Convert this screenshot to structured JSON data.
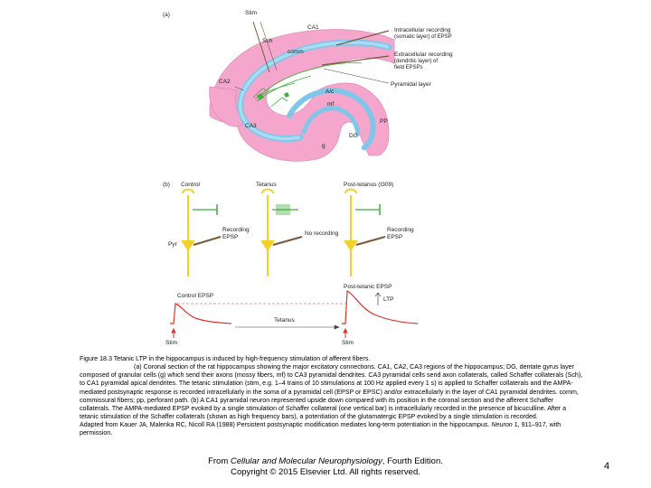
{
  "figure": {
    "panel_a": {
      "tag": "(a)",
      "labels": {
        "stim": "Stim",
        "ca1": "CA1",
        "intracellular_1": "Intracellular recording",
        "intracellular_2": "(somatic layer) of EPSP",
        "sch": "Sch",
        "comm": "comm",
        "extracellular_1": "Extracellular recording",
        "extracellular_2": "(dendritic layer) of",
        "extracellular_3": "field EPSPs",
        "pyramidal_layer": "Pyramidal layer",
        "ca2": "CA2",
        "ca3": "CA3",
        "assoc": "A/c",
        "mf": "mf",
        "pp": "PP",
        "dg": "DG",
        "g": "g"
      }
    },
    "panel_b": {
      "tag": "(b)",
      "columns": {
        "control": "Control",
        "tetanus": "Tetanus",
        "post_tetanus": "Post-tetanus (t309)"
      },
      "labels": {
        "recording": "Recording",
        "epsp": "EPSP",
        "no_recording": "No recording",
        "pyr": "Pyr",
        "control_epsp": "Control EPSP",
        "post_tetanic_epsp": "Post-tetanic EPSP",
        "ltp": "LTP",
        "tetanus": "Tetanus",
        "stim": "Stim"
      }
    },
    "colors": {
      "hippocampus_fill": "#f4a6cc",
      "cell_layer": "#7fc6e8",
      "axon_yellow": "#f2d12b",
      "green_neuron": "#3fae3c",
      "trace_red": "#d9362b",
      "electrode_brown": "#7a5a3a"
    }
  },
  "caption": {
    "title": "Figure 18.3 Tetanic LTP in the hippocampus is induced by high-frequency stimulation of afferent fibers.",
    "body": "(a) Coronal section of the rat hippocampus showing the major excitatory connections. CA1, CA2, CA3 regions of the hippocampus; DG, dentate gyrus layer composed of granular cells (g) which send their axons (mossy fibers, mf) to CA3 pyramidal dendrites. CA3 pyramidal cells send axon collaterals, called Schaffer collaterals (Sch), to CA1 pyramidal apical dendrites. The tetanic stimulation (stim, e.g. 1–4 trains of 10 stimulations at 100 Hz applied every 1 s) is applied to Schaffer collaterals and the AMPA-mediated postsynaptic response is recorded intracellularly in the soma of a pyramidal cell (EPSP or EPSC) and/or extracellularly in the layer of CA1 pyramidal dendrites. comm, commissural fibers; pp, perforant path. (b) A CA1 pyramidal neuron represented upside down compared with its position in the coronal section and the afferent Schaffer collaterals. The AMPA-mediated EPSP evoked by a single stimulation of Schaffer collateral (one vertical bar) is intracellularly recorded in the presence of bicuculline. After a tetanic stimulation of the Schaffer collaterals (shown as high frequency bars), a potentiation of the glutamatergic EPSP evoked by a single stimulation is recorded.",
    "adapted_prefix": "Adapted from Kauer JA, Malenka RC, Nicoll RA (1988) Persistent postsynaptic modification mediates long-term potentiation in the hippocampus.",
    "journal": "Neuron",
    "citation_end": "1, 911–917, with permission."
  },
  "footer": {
    "prefix": "From ",
    "book": "Cellular and Molecular Neurophysiology",
    "suffix": ", Fourth Edition.",
    "copyright": "Copyright © 2015 Elsevier Ltd. All rights reserved."
  },
  "page_number": "4"
}
